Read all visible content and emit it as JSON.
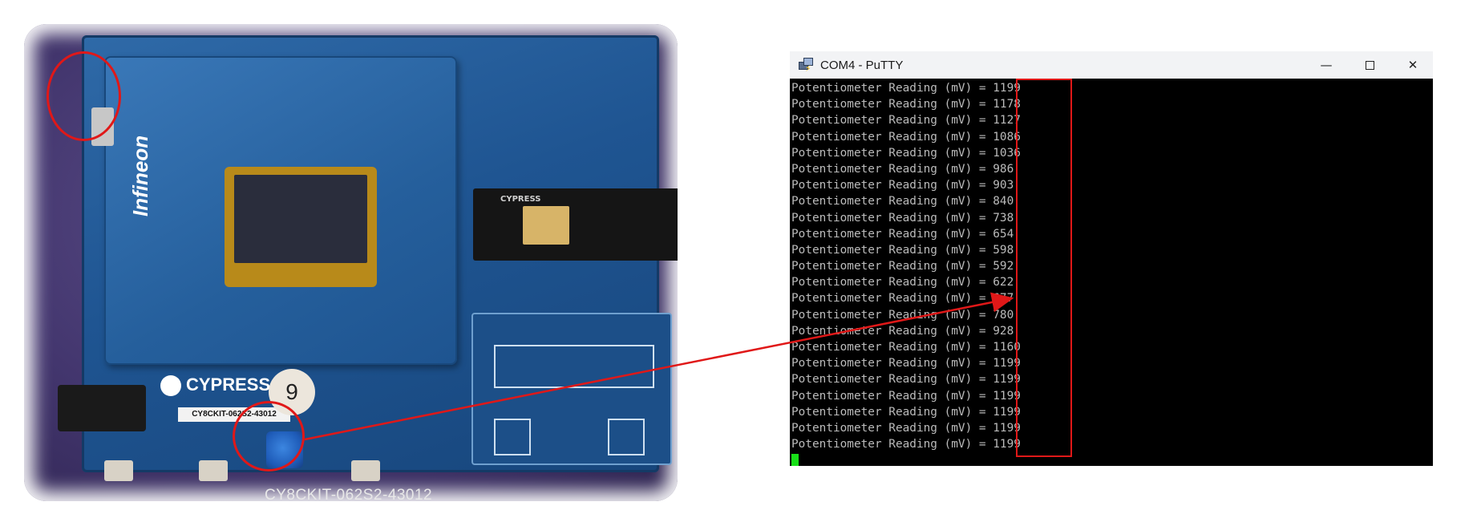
{
  "photo": {
    "kit_name": "CY8CKIT-062S2-43012",
    "kit_label": "CY8CKIT-062S2-43012",
    "cypress_brand": "CYPRESS",
    "module_brand": "CYPRESS",
    "infineon_brand": "Infineon",
    "sticker_number": "9"
  },
  "putty": {
    "title": "COM4 - PuTTY",
    "controls": {
      "minimize": "—",
      "close": "✕"
    },
    "line_prefix": "Potentiometer Reading (mV) = ",
    "readings": [
      "1199",
      "1178",
      "1127",
      "1086",
      "1036",
      "986",
      "903",
      "840",
      "738",
      "654",
      "598",
      "592",
      "622",
      "677",
      "780",
      "928",
      "1160",
      "1199",
      "1199",
      "1199",
      "1199",
      "1199",
      "1199"
    ],
    "colors": {
      "text": "#bbbbbb",
      "background": "#000000",
      "cursor": "#18e018",
      "highlight": "#e01818"
    }
  }
}
